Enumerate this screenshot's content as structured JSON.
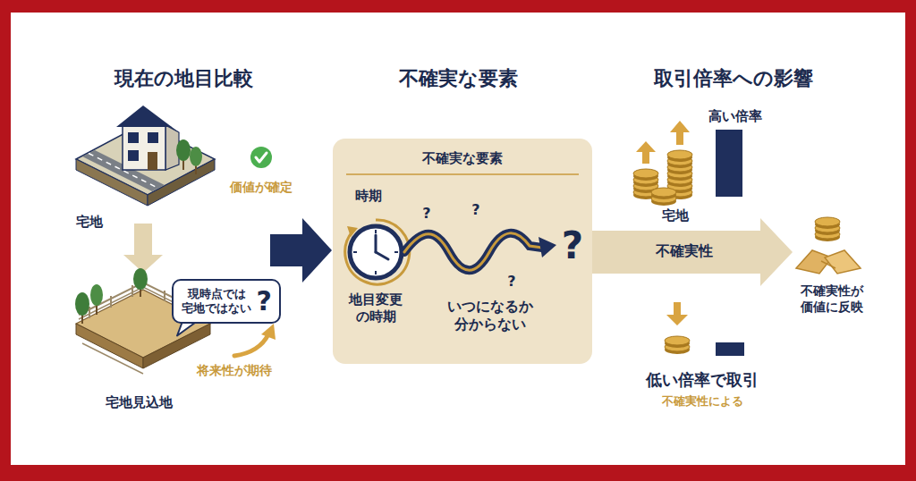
{
  "diagram": {
    "nodes": [
      {
        "text": [
          "不確実な要素",
          "時期",
          "地目変更 の時期",
          "いつになるか 分からない",
          "?",
          "?",
          "?",
          "?"
        ]
      },
      {
        "text": [
          "現時点では 宅地ではない",
          "?"
        ]
      }
    ],
    "labels": [
      "現在の地目比較",
      "不確実な要素",
      "取引倍率への影響",
      "宅地",
      "価値が確定",
      "宅地見込地",
      "将来性が期待",
      "高い倍率",
      "宅地",
      "不確実性",
      "不確実性が 価値に反映",
      "低い倍率で取引",
      "不確実性による"
    ]
  }
}
